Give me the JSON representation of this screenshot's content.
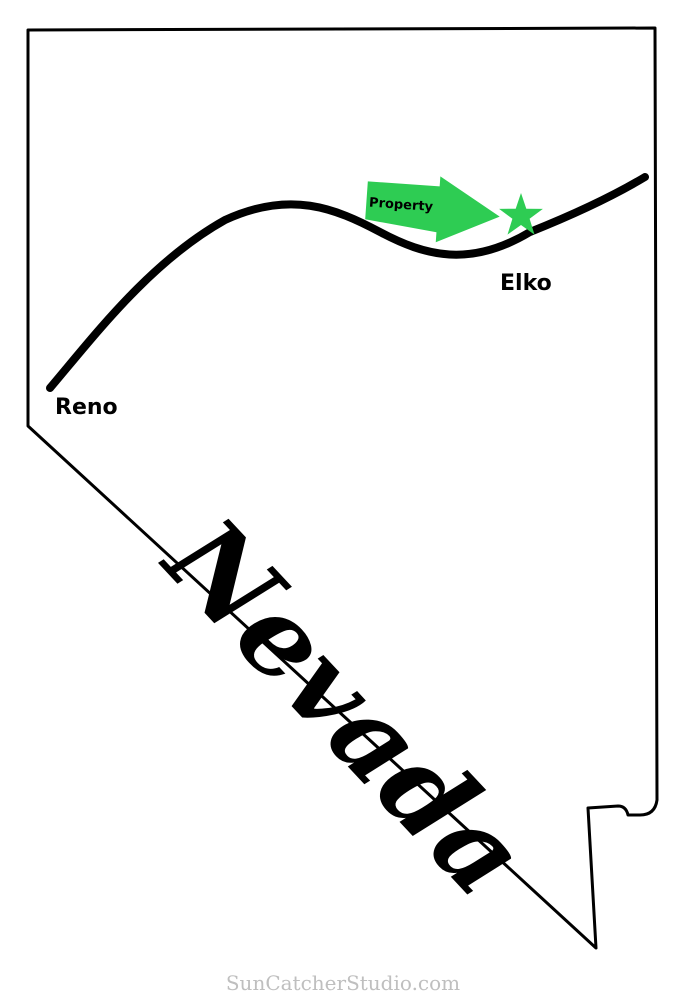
{
  "map": {
    "state_name": "Nevada",
    "cities": [
      {
        "name": "Reno"
      },
      {
        "name": "Elko"
      }
    ],
    "marker": {
      "label": "Property",
      "icon": "star-icon"
    },
    "watermark": "SunCatcherStudio.com"
  },
  "colors": {
    "outline": "#000000",
    "highway": "#000000",
    "marker_green": "#2ecc53",
    "watermark": "#bfbfbf",
    "background": "#ffffff"
  }
}
